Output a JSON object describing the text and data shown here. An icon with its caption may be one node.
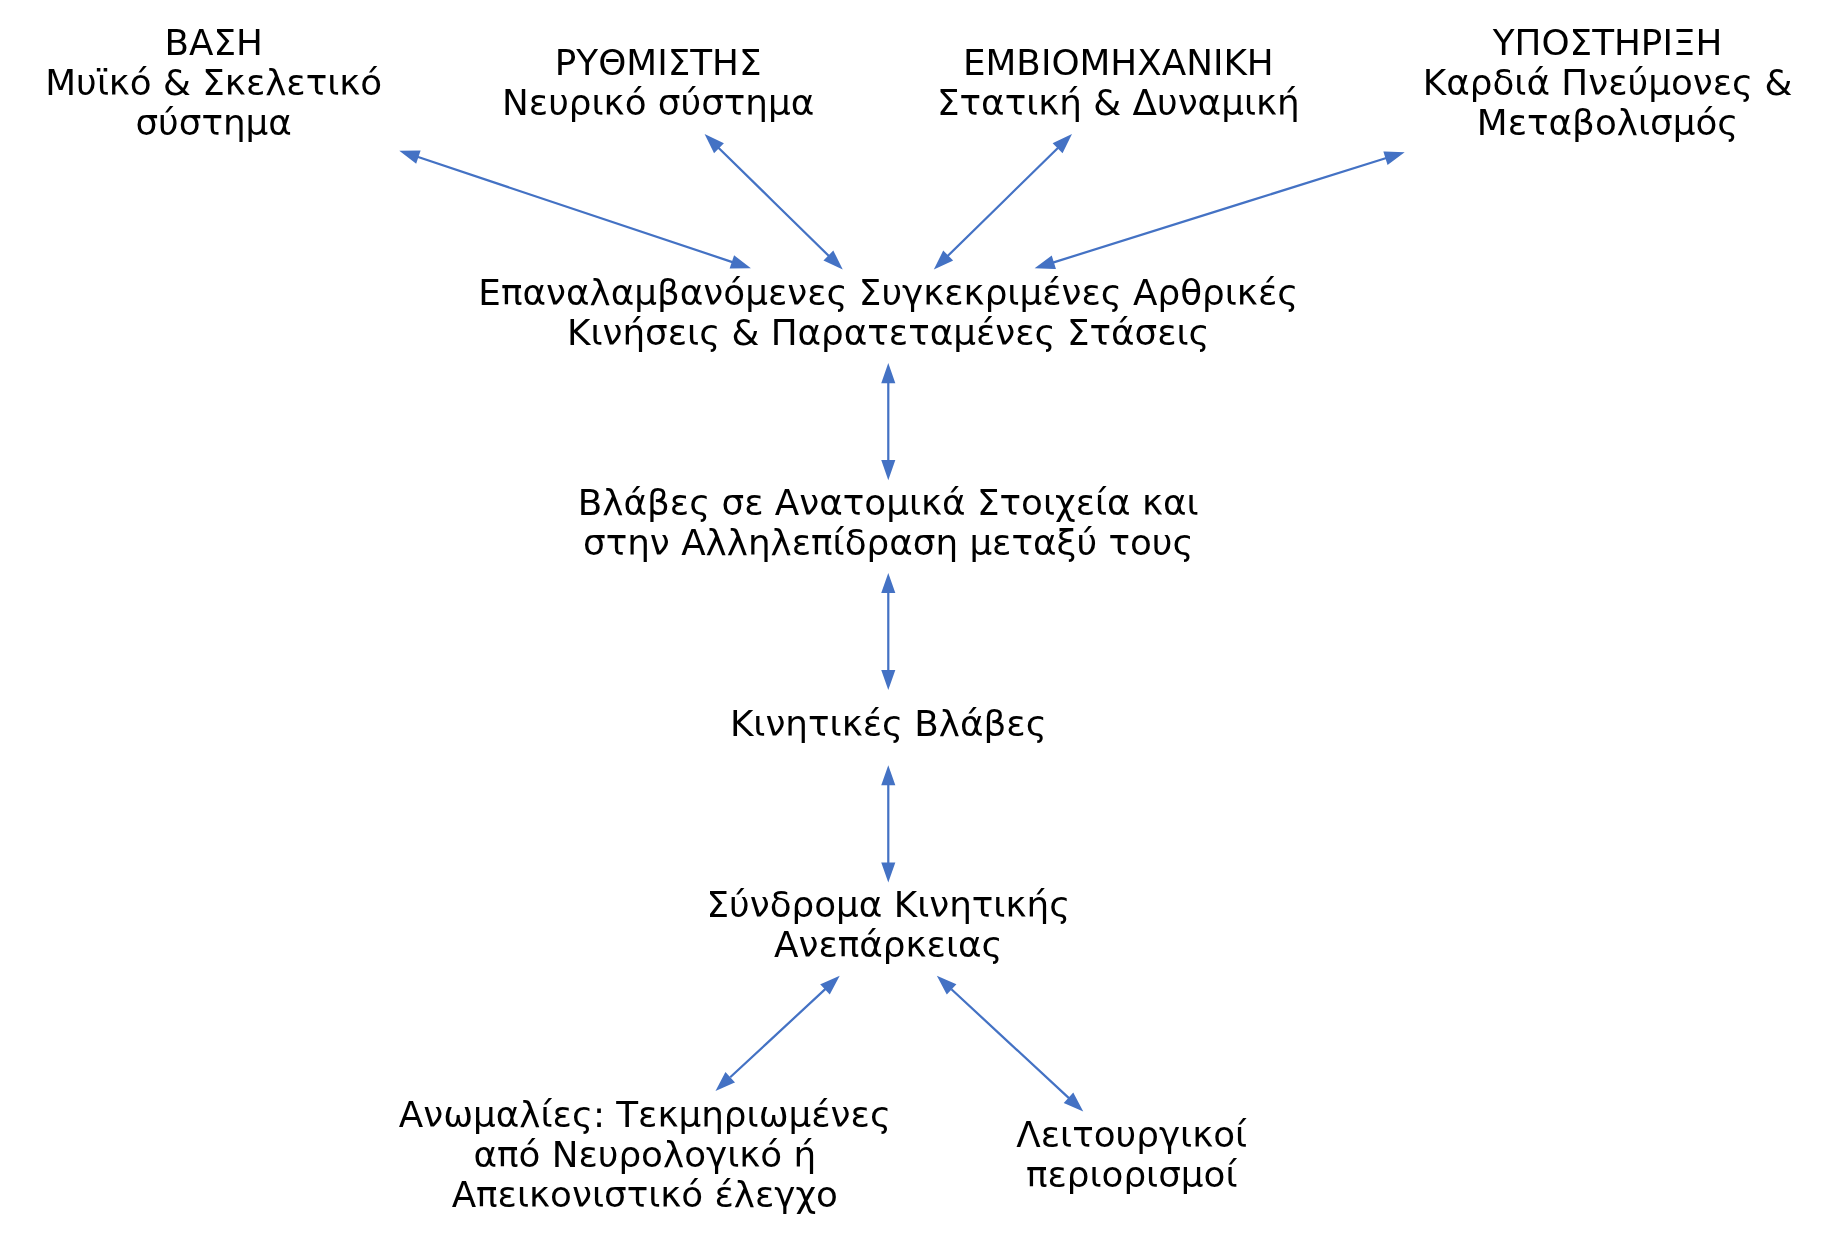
{
  "diagram": {
    "nodes": [
      {
        "text": [
          "ΒΑΣΗ",
          "Μυϊκό & Σκελετικό σύστημα"
        ]
      },
      {
        "text": [
          "ΡΥΘΜΙΣΤΗΣ",
          "Νευρικό σύστημα"
        ]
      },
      {
        "text": [
          "ΕΜΒΙΟΜΗΧΑΝΙΚΗ",
          "Στατική & Δυναμική"
        ]
      },
      {
        "text": [
          "ΥΠΟΣΤΗΡΙΞΗ",
          "Καρδιά Πνεύμονες & Μεταβολισμός"
        ]
      },
      {
        "text": [
          "Επαναλαμβανόμενες Συγκεκριμένες Αρθρικές Κινήσεις & Παρατεταμένες Στάσεις"
        ]
      },
      {
        "text": [
          "Βλάβες σε Ανατομικά Στοιχεία και στην Αλληλεπίδραση μεταξύ τους"
        ]
      },
      {
        "text": [
          "Κινητικές Βλάβες"
        ]
      },
      {
        "text": [
          "Σύνδρομα Κινητικής Ανεπάρκειας"
        ]
      },
      {
        "text": [
          "Ανωμαλίες: Τεκμηριωμένες από Νευρολογικό ή Απεικονιστικό έλεγχο"
        ]
      },
      {
        "text": [
          "Λειτουργικοί περιορισμοί"
        ]
      }
    ],
    "edges": [
      {
        "from": 0,
        "to": 4,
        "arrow": "both"
      },
      {
        "from": 1,
        "to": 4,
        "arrow": "both"
      },
      {
        "from": 2,
        "to": 4,
        "arrow": "both"
      },
      {
        "from": 3,
        "to": 4,
        "arrow": "both"
      },
      {
        "from": 4,
        "to": 5,
        "arrow": "both"
      },
      {
        "from": 5,
        "to": 6,
        "arrow": "both"
      },
      {
        "from": 6,
        "to": 7,
        "arrow": "both"
      },
      {
        "from": 7,
        "to": 8,
        "arrow": "both"
      },
      {
        "from": 7,
        "to": 9,
        "arrow": "both"
      }
    ]
  }
}
